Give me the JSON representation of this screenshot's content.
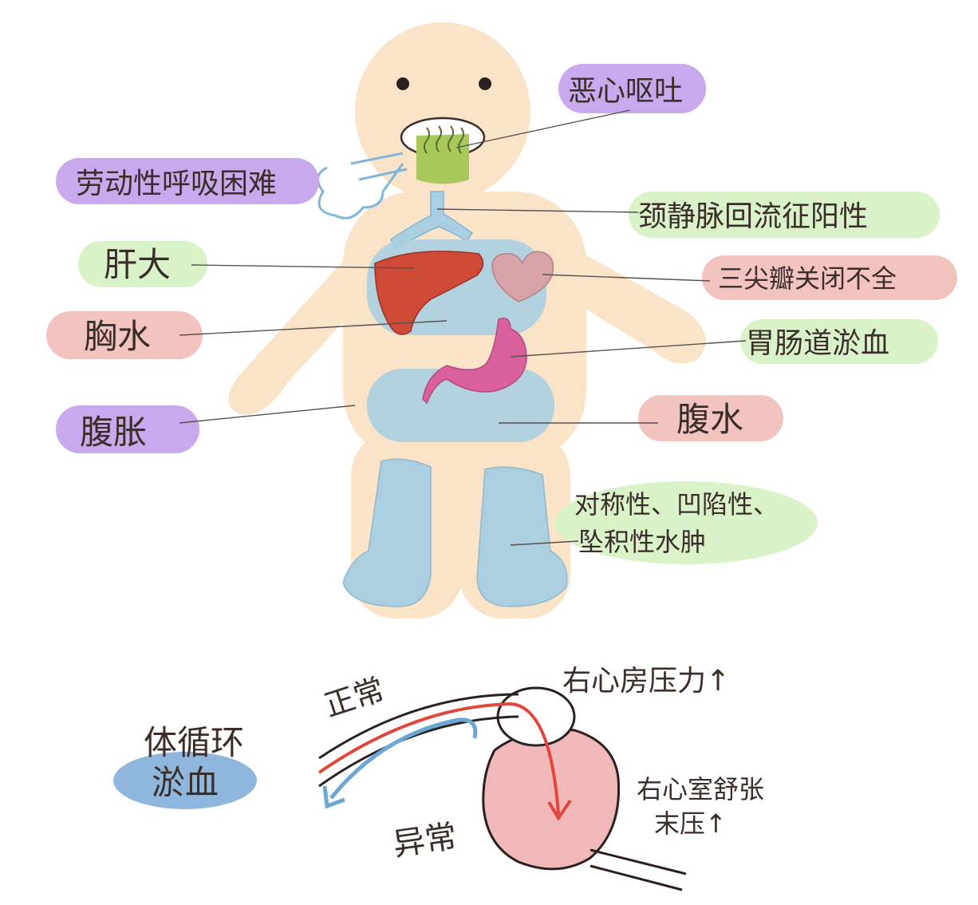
{
  "labels": {
    "nausea_vomiting": "恶心呕吐",
    "exertional_dyspnea": "劳动性呼吸困难",
    "jugular_reflux": "颈静脉回流征阳性",
    "hepatomegaly": "肝大",
    "tricuspid_regurgitation": "三尖瓣关闭不全",
    "pleural_effusion": "胸水",
    "gi_congestion": "胃肠道淤血",
    "abdominal_distension": "腹胀",
    "ascites": "腹水",
    "edema_line1": "对称性、凹陷性、",
    "edema_line2": "坠积性水肿"
  },
  "circulation": {
    "normal": "正常",
    "abnormal": "异常",
    "systemic_line1": "体循环",
    "systemic_line2": "淤血",
    "ra_pressure": "右心房压力↑",
    "rv_pressure_line1": "右心室舒张",
    "rv_pressure_line2": "末压↑"
  },
  "colors": {
    "body": "#fbe3c8",
    "purple_tag": "#c9a9ee",
    "green_tag": "#d9f2c8",
    "pink_tag": "#f2c3bf",
    "blue_tag": "#8fb6dd",
    "organ_blue": "#a9cfe0",
    "liver": "#cf4a37",
    "heart": "#d8a3a8",
    "stomach": "#d9609a",
    "vomit": "#a8c95a",
    "normal_red": "#e0463a",
    "abnormal_blue": "#6aa6d6"
  }
}
